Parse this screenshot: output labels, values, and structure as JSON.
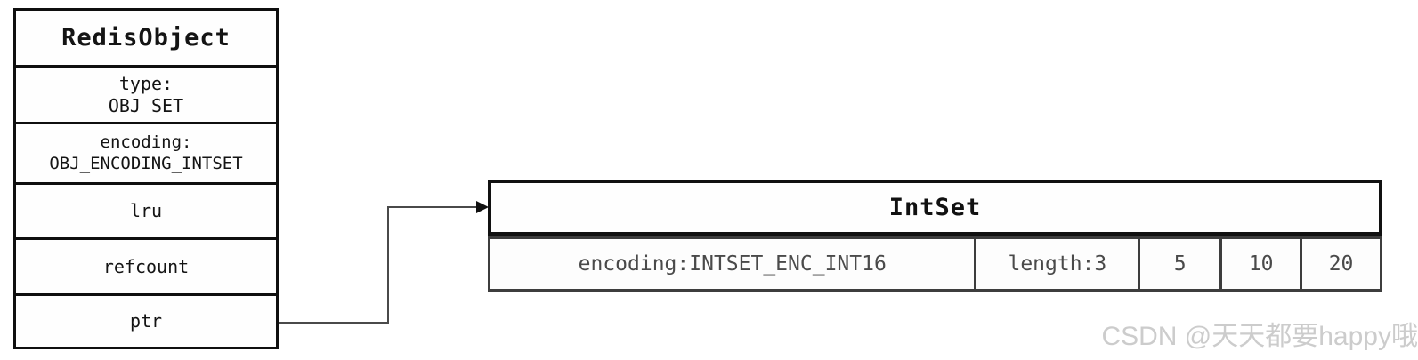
{
  "colors": {
    "background": "#ffffff",
    "strong_border": "#0f0f0f",
    "muted_border": "#3d3d3d",
    "strong_text": "#111111",
    "muted_text": "#4a4a4a",
    "watermark_text": "#cccccc"
  },
  "redis_object": {
    "title": "RedisObject",
    "rows": [
      {
        "lines": [
          "type:",
          "OBJ_SET"
        ]
      },
      {
        "lines": [
          "encoding:",
          "OBJ_ENCODING_INTSET"
        ]
      },
      {
        "lines": [
          "lru"
        ]
      },
      {
        "lines": [
          "refcount"
        ]
      },
      {
        "lines": [
          "ptr"
        ]
      }
    ]
  },
  "intset": {
    "title": "IntSet",
    "cells": [
      "encoding:INTSET_ENC_INT16",
      "length:3",
      "5",
      "10",
      "20"
    ]
  },
  "arrow": {
    "from": "ptr",
    "to": "IntSet"
  },
  "watermark": "CSDN @天天都要happy哦"
}
